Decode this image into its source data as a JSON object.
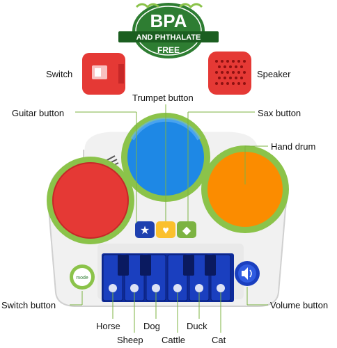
{
  "badge": {
    "line1": "BPA",
    "line2": "AND PHTHALATE",
    "line3": "FREE"
  },
  "callouts": {
    "switch": "Switch",
    "speaker": "Speaker",
    "trumpet_button": "Trumpet button",
    "guitar_button": "Guitar button",
    "sax_button": "Sax button",
    "hand_drum": "Hand drum",
    "switch_button": "Switch button",
    "volume_button": "Volume button"
  },
  "animal_keys": [
    "Horse",
    "Sheep",
    "Dog",
    "Cattle",
    "Duck",
    "Cat"
  ],
  "mode_label": "mode",
  "colors": {
    "badge_green": "#2e7d32",
    "drum_red": "#e53935",
    "drum_blue": "#1e88e5",
    "drum_orange": "#fb8c00",
    "lime": "#8bc34a",
    "key_blue": "#1a3fbf",
    "leader_line": "#7cb342"
  },
  "icons": [
    "switch-icon",
    "speaker-grille-icon",
    "star-icon",
    "heart-icon",
    "diamond-icon",
    "mode-icon",
    "volume-icon"
  ]
}
